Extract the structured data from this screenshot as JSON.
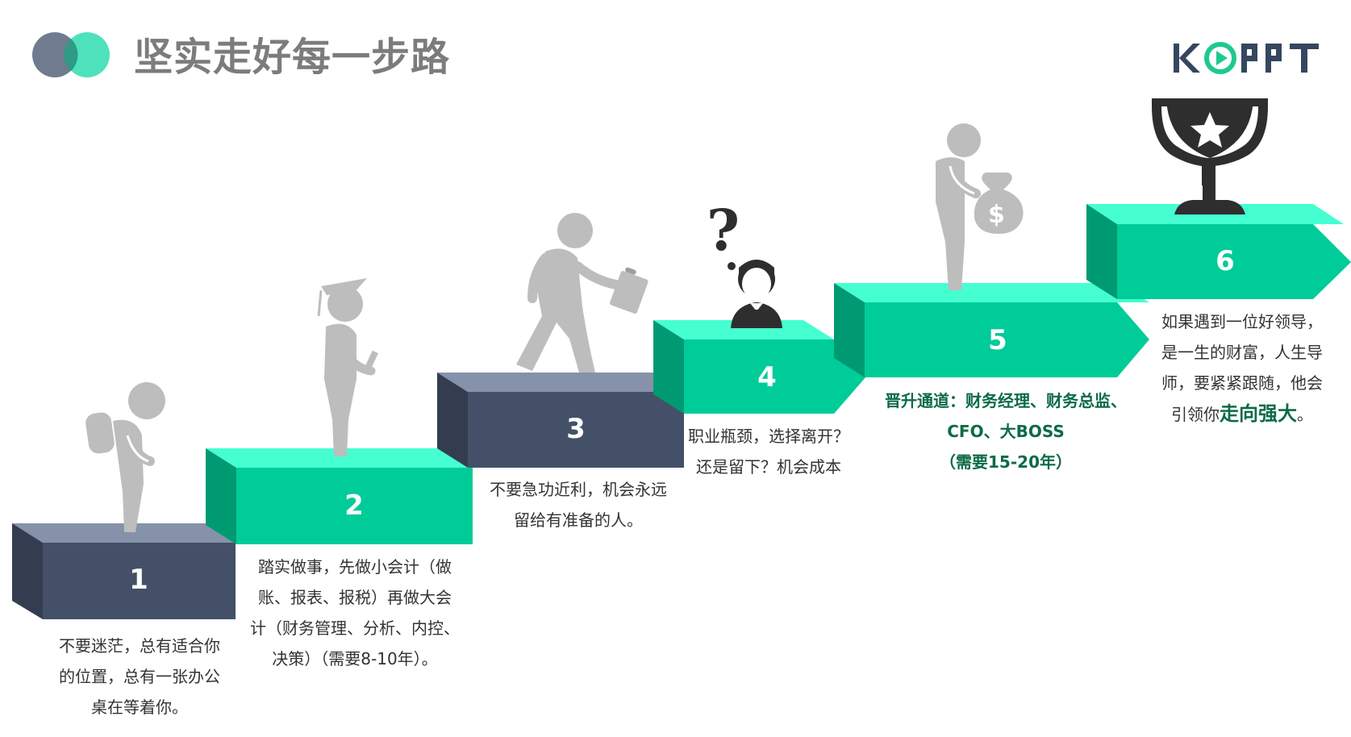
{
  "header": {
    "title": "坚实走好每一步路",
    "logo_text": "KOPPT"
  },
  "colors": {
    "dark_top": "#8592aa",
    "dark_front": "#435068",
    "dark_side": "#343d4f",
    "green_top": "#45ffd1",
    "green_front": "#00cc99",
    "green_side": "#009a72",
    "figure_gray": "#bdbdbd",
    "icon_dark": "#2e2e2e",
    "dot_gray": "#6f7c90",
    "dot_green": "#3ee0b6",
    "text_green": "#0b6b45"
  },
  "steps": [
    {
      "number": "1",
      "figure": "student-backpack-figure",
      "lines": [
        "不要迷茫，总有适合你",
        "的位置，总有一张办公",
        "桌在等着你。"
      ]
    },
    {
      "number": "2",
      "figure": "graduate-figure",
      "lines": [
        "踏实做事，先做小会计（做",
        "账、报表、报税）再做大会",
        "计（财务管理、分析、内控、",
        "决策）（需要8-10年）。"
      ]
    },
    {
      "number": "3",
      "figure": "walking-briefcase-figure",
      "lines": [
        "不要急功近利，机会永远",
        "留给有准备的人。"
      ]
    },
    {
      "number": "4",
      "figure": "question-businessman-icon",
      "lines": [
        "职业瓶颈，选择离开？",
        "还是留下？机会成本"
      ]
    },
    {
      "number": "5",
      "figure": "money-bag-figure",
      "lines": [
        "晋升通道：财务经理、财务总监、",
        "CFO、大BOSS",
        "（需要15-20年）"
      ]
    },
    {
      "number": "6",
      "figure": "trophy-icon",
      "lines": [
        "如果遇到一位好领导，",
        "是一生的财富，人生导",
        "师，要紧紧跟随，他会"
      ],
      "last_line_prefix": "引领你",
      "last_line_highlight": "走向强大",
      "last_line_suffix": "。"
    }
  ]
}
